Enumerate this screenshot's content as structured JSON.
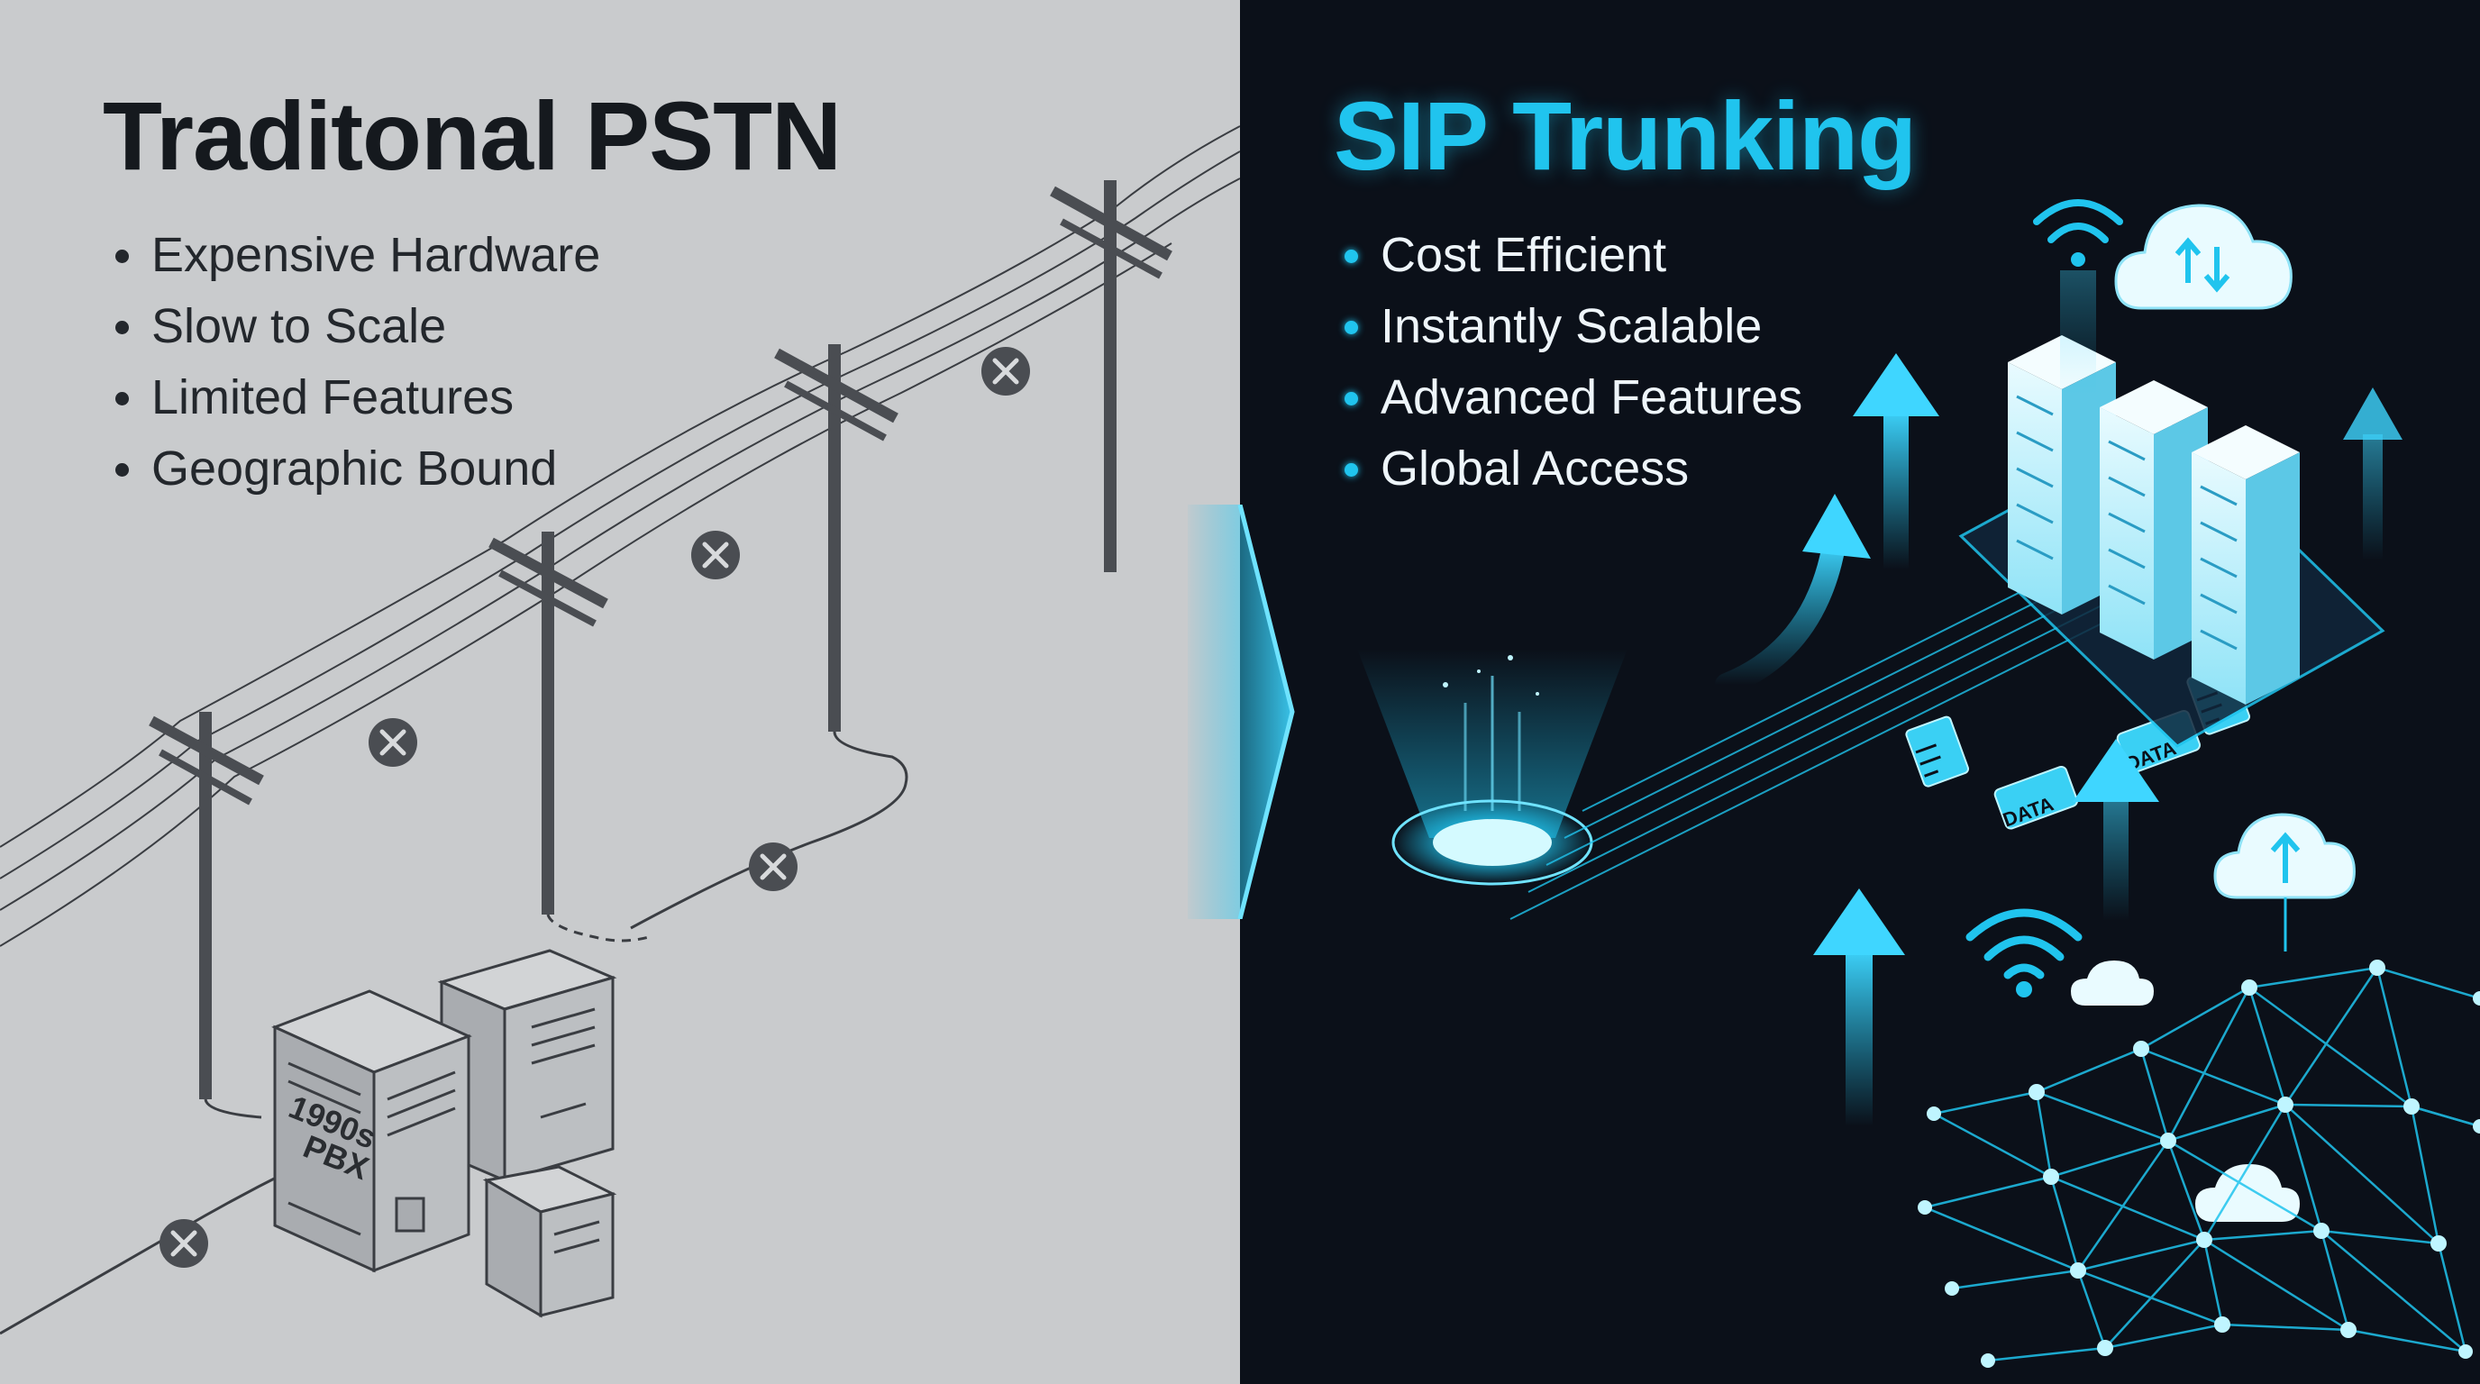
{
  "left": {
    "title": "Traditonal PSTN",
    "bullets": [
      "Expensive Hardware",
      "Slow to Scale",
      "Limited Features",
      "Geographic Bound"
    ],
    "pbx_label_line1": "1990s",
    "pbx_label_line2": "PBX",
    "colors": {
      "background": "#c9cbcd",
      "text": "#15191e",
      "line": "#3a3d42"
    }
  },
  "right": {
    "title": "SIP Trunking",
    "bullets": [
      "Cost Efficient",
      "Instantly Scalable",
      "Advanced Features",
      "Global Access"
    ],
    "data_badge": "DATA",
    "colors": {
      "background": "#0b1019",
      "accent": "#20c4ee",
      "text": "#eef5fa"
    }
  },
  "icons": [
    "utility-pole-icon",
    "broken-connection-icon",
    "pbx-server-icon",
    "server-rack-icon",
    "cloud-sync-icon",
    "cloud-upload-icon",
    "wifi-icon",
    "document-icon",
    "portal-icon",
    "globe-network-icon",
    "up-arrow-icon",
    "chevron-right-icon"
  ]
}
